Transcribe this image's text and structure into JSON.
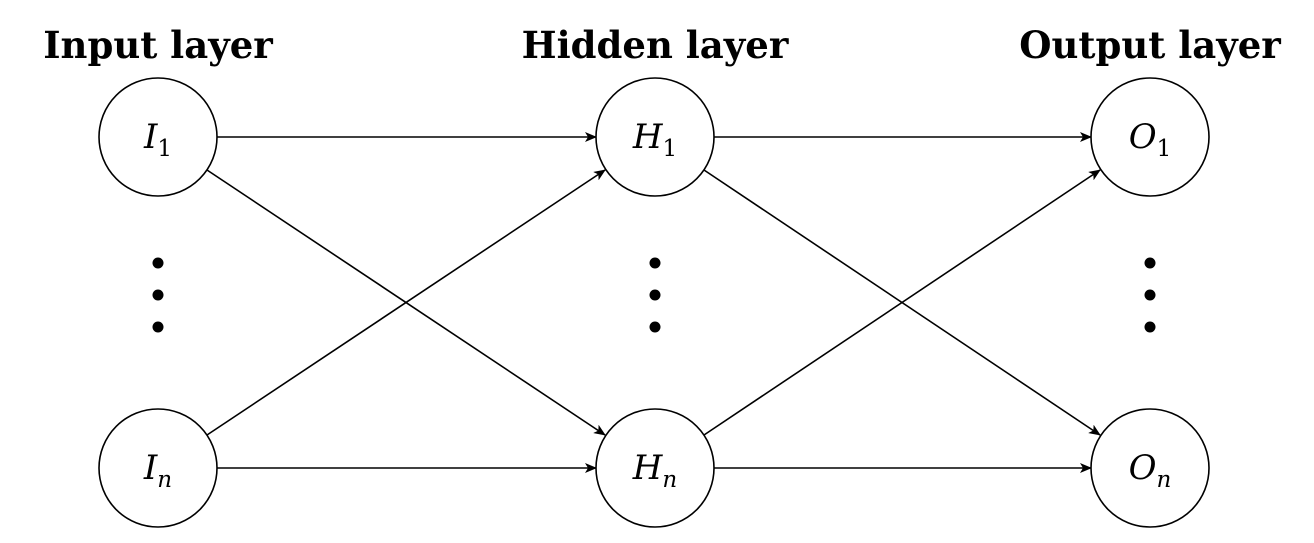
{
  "layers": [
    {
      "title": "Input layer",
      "nodes": [
        {
          "base": "I",
          "sub": "1"
        },
        {
          "base": "I",
          "sub": "n"
        }
      ]
    },
    {
      "title": "Hidden layer",
      "nodes": [
        {
          "base": "H",
          "sub": "1"
        },
        {
          "base": "H",
          "sub": "n"
        }
      ]
    },
    {
      "title": "Output layer",
      "nodes": [
        {
          "base": "O",
          "sub": "1"
        },
        {
          "base": "O",
          "sub": "n"
        }
      ]
    }
  ],
  "edges": [
    {
      "from": "I1",
      "to": "H1"
    },
    {
      "from": "I1",
      "to": "Hn"
    },
    {
      "from": "In",
      "to": "H1"
    },
    {
      "from": "In",
      "to": "Hn"
    },
    {
      "from": "H1",
      "to": "O1"
    },
    {
      "from": "H1",
      "to": "On"
    },
    {
      "from": "Hn",
      "to": "O1"
    },
    {
      "from": "Hn",
      "to": "On"
    }
  ],
  "colors": {
    "stroke": "#000000",
    "background": "#ffffff"
  }
}
